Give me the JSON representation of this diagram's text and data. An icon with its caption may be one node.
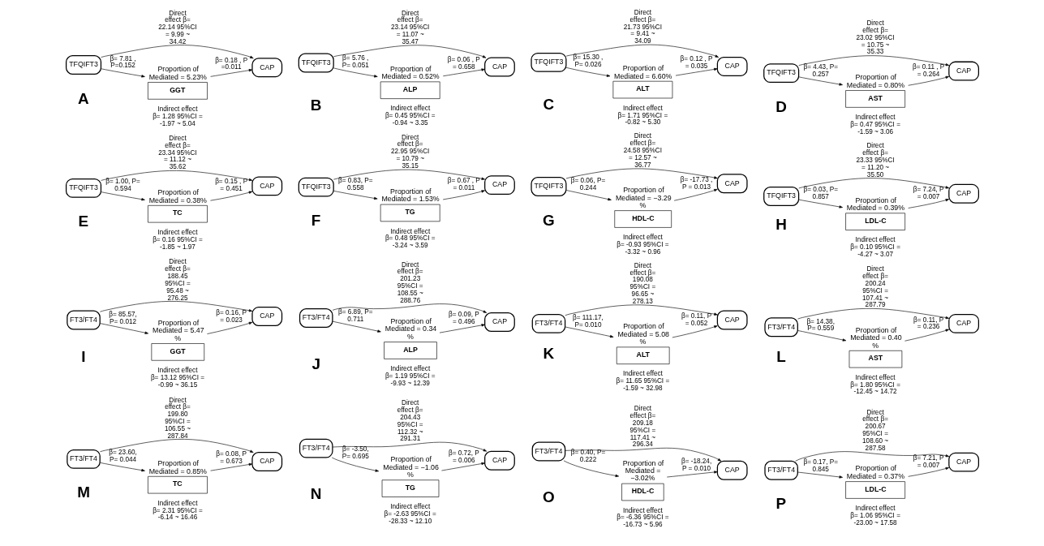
{
  "diagram": {
    "nodes": [
      {
        "text": [
          "TFQIFT3"
        ]
      },
      {
        "text": [
          "Proportion of Mediated = 5.23%",
          "GGT"
        ]
      },
      {
        "text": [
          "CAP"
        ]
      },
      {
        "text": [
          "TFQIFT3"
        ]
      },
      {
        "text": [
          "Proportion of Mediated = 0.52%",
          "ALP"
        ]
      },
      {
        "text": [
          "CAP"
        ]
      },
      {
        "text": [
          "TFQIFT3"
        ]
      },
      {
        "text": [
          "Proportion of Mediated = 6.60%",
          "ALT"
        ]
      },
      {
        "text": [
          "CAP"
        ]
      },
      {
        "text": [
          "TFQIFT3"
        ]
      },
      {
        "text": [
          "Proportion of Mediated = 0.80%",
          "AST"
        ]
      },
      {
        "text": [
          "CAP"
        ]
      },
      {
        "text": [
          "TFQIFT3"
        ]
      },
      {
        "text": [
          "Proportion of Mediated = 0.38%",
          "TC"
        ]
      },
      {
        "text": [
          "CAP"
        ]
      },
      {
        "text": [
          "TFQIFT3"
        ]
      },
      {
        "text": [
          "Proportion of Mediated = 1.53%",
          "TG"
        ]
      },
      {
        "text": [
          "CAP"
        ]
      },
      {
        "text": [
          "TFQIFT3"
        ]
      },
      {
        "text": [
          "Proportion of Mediated = −3.29 %",
          "HDL-C"
        ]
      },
      {
        "text": [
          "CAP"
        ]
      },
      {
        "text": [
          "TFQIFT3"
        ]
      },
      {
        "text": [
          "Proportion of Mediated = 0.39%",
          "LDL-C"
        ]
      },
      {
        "text": [
          "CAP"
        ]
      },
      {
        "text": [
          "FT3/FT4"
        ]
      },
      {
        "text": [
          "Proportion of Mediated = 5.47 %",
          "GGT"
        ]
      },
      {
        "text": [
          "CAP"
        ]
      },
      {
        "text": [
          "FT3/FT4"
        ]
      },
      {
        "text": [
          "Proportion of Mediated = 0.34 %",
          "ALP"
        ]
      },
      {
        "text": [
          "CAP"
        ]
      },
      {
        "text": [
          "FT3/FT4"
        ]
      },
      {
        "text": [
          "Proportion of Mediated = 5.08 %",
          "ALT"
        ]
      },
      {
        "text": [
          "CAP"
        ]
      },
      {
        "text": [
          "FT3/FT4"
        ]
      },
      {
        "text": [
          "Proportion of Mediated = 0.40 %",
          "AST"
        ]
      },
      {
        "text": [
          "CAP"
        ]
      },
      {
        "text": [
          "FT3/FT4"
        ]
      },
      {
        "text": [
          "Proportion of Mediated = 0.85%",
          "TC"
        ]
      },
      {
        "text": [
          "CAP"
        ]
      },
      {
        "text": [
          "FT3/FT4"
        ]
      },
      {
        "text": [
          "Proportion of Mediated = −1.06 %",
          "TG"
        ]
      },
      {
        "text": [
          "CAP"
        ]
      },
      {
        "text": [
          "FT3/FT4"
        ]
      },
      {
        "text": [
          "Proportion of Mediated = −3.02%",
          "HDL-C"
        ]
      },
      {
        "text": [
          "CAP"
        ]
      },
      {
        "text": [
          "FT3/FT4"
        ]
      },
      {
        "text": [
          "Proportion of Mediated = 0.37%",
          "LDL-C"
        ]
      },
      {
        "text": [
          "CAP"
        ]
      }
    ],
    "edges": [
      {
        "from": 0,
        "to": 1,
        "arrow": "to",
        "label": "β= 7.81 , P=0.152"
      },
      {
        "from": 1,
        "to": 2,
        "arrow": "to",
        "label": "β= 0.18 , P =0.011"
      },
      {
        "from": 0,
        "to": 2,
        "arrow": "to",
        "label": "Direct effect β= 22.14 95%CI = 9.99 ~ 34.42"
      },
      {
        "from": 3,
        "to": 4,
        "arrow": "to",
        "label": "β= 5.76 , P= 0.051"
      },
      {
        "from": 4,
        "to": 5,
        "arrow": "to",
        "label": "β= 0.06 , P = 0.658"
      },
      {
        "from": 3,
        "to": 5,
        "arrow": "to",
        "label": "Direct effect β= 23.14 95%CI = 11.07 ~ 35.47"
      },
      {
        "from": 6,
        "to": 7,
        "arrow": "to",
        "label": "β= 15.30 , P= 0.026"
      },
      {
        "from": 7,
        "to": 8,
        "arrow": "to",
        "label": "β= 0.12 , P = 0.035"
      },
      {
        "from": 6,
        "to": 8,
        "arrow": "to",
        "label": "Direct effect β= 21.73 95%CI = 9.41 ~ 34.09"
      },
      {
        "from": 9,
        "to": 10,
        "arrow": "to",
        "label": "β= 4.43, P= 0.257"
      },
      {
        "from": 10,
        "to": 11,
        "arrow": "to",
        "label": "β= 0.11 , P = 0.264"
      },
      {
        "from": 9,
        "to": 11,
        "arrow": "to",
        "label": "Direct effect β= 23.02 95%CI = 10.75 ~ 35.33"
      },
      {
        "from": 12,
        "to": 13,
        "arrow": "to",
        "label": "β= 1.00, P= 0.594"
      },
      {
        "from": 13,
        "to": 14,
        "arrow": "to",
        "label": "β= 0.15 , P = 0.451"
      },
      {
        "from": 12,
        "to": 14,
        "arrow": "to",
        "label": "Direct effect β= 23.34 95%CI = 11.12 ~ 35.62"
      },
      {
        "from": 15,
        "to": 16,
        "arrow": "to",
        "label": "β= 0.83, P= 0.558"
      },
      {
        "from": 16,
        "to": 17,
        "arrow": "to",
        "label": "β= 0.67 , P = 0.011"
      },
      {
        "from": 15,
        "to": 17,
        "arrow": "to",
        "label": "Direct effect β= 22.95 95%CI = 10.79 ~ 35.15"
      },
      {
        "from": 18,
        "to": 19,
        "arrow": "to",
        "label": "β= 0.06, P= 0.244"
      },
      {
        "from": 19,
        "to": 20,
        "arrow": "to",
        "label": "β= -17.73 , P = 0.013"
      },
      {
        "from": 18,
        "to": 20,
        "arrow": "to",
        "label": "Direct effect β= 24.58 95%CI = 12.57 ~ 36.77"
      },
      {
        "from": 21,
        "to": 22,
        "arrow": "to",
        "label": "β= 0.03, P= 0.857"
      },
      {
        "from": 22,
        "to": 23,
        "arrow": "to",
        "label": "β= 7.24, P = 0.007"
      },
      {
        "from": 21,
        "to": 23,
        "arrow": "to",
        "label": "Direct effect β= 23.33 95%CI = 11.20 ~ 35.50"
      },
      {
        "from": 24,
        "to": 25,
        "arrow": "to",
        "label": "β= 85.57, P= 0.012"
      },
      {
        "from": 25,
        "to": 26,
        "arrow": "to",
        "label": "β= 0.16, P = 0.023"
      },
      {
        "from": 24,
        "to": 26,
        "arrow": "to",
        "label": "Direct effect β= 188.45 95%CI = 95.48 ~ 276.25"
      },
      {
        "from": 27,
        "to": 28,
        "arrow": "to",
        "label": "β= 6.89, P= 0.711"
      },
      {
        "from": 28,
        "to": 29,
        "arrow": "to",
        "label": "β= 0.09, P = 0.496"
      },
      {
        "from": 27,
        "to": 29,
        "arrow": "to",
        "label": "Direct effect β= 201.23 95%CI = 108.55 ~ 288.76"
      },
      {
        "from": 30,
        "to": 31,
        "arrow": "to",
        "label": "β= 111.17, P= 0.010"
      },
      {
        "from": 31,
        "to": 32,
        "arrow": "to",
        "label": "β= 0.11, P = 0.052"
      },
      {
        "from": 30,
        "to": 32,
        "arrow": "to",
        "label": "Direct effect β= 190.08 95%CI = 96.65 ~ 278.13"
      },
      {
        "from": 33,
        "to": 34,
        "arrow": "to",
        "label": "β= 14.38, P= 0.559"
      },
      {
        "from": 34,
        "to": 35,
        "arrow": "to",
        "label": "β= 0.11, P = 0.236"
      },
      {
        "from": 33,
        "to": 35,
        "arrow": "to",
        "label": "Direct effect β= 200.24 95%CI = 107.41 ~ 287.79"
      },
      {
        "from": 36,
        "to": 37,
        "arrow": "to",
        "label": "β= 23.60, P= 0.044"
      },
      {
        "from": 37,
        "to": 38,
        "arrow": "to",
        "label": "β= 0.08, P = 0.673"
      },
      {
        "from": 36,
        "to": 38,
        "arrow": "to",
        "label": "Direct effect β= 199.80 95%CI = 106.55 ~ 287.84"
      },
      {
        "from": 39,
        "to": 40,
        "arrow": "to",
        "label": "β= -3.50, P= 0.695"
      },
      {
        "from": 40,
        "to": 41,
        "arrow": "to",
        "label": "β= 0.72, P = 0.006"
      },
      {
        "from": 39,
        "to": 41,
        "arrow": "to",
        "label": "Direct effect β= 204.43 95%CI = 112.32 ~ 291.31"
      },
      {
        "from": 42,
        "to": 43,
        "arrow": "to",
        "label": "β= 0.40, P= 0.222"
      },
      {
        "from": 43,
        "to": 44,
        "arrow": "to",
        "label": "β= -18.24, P = 0.010"
      },
      {
        "from": 42,
        "to": 44,
        "arrow": "to",
        "label": "Direct effect β= 209.18 95%CI = 117.41 ~ 296.34"
      },
      {
        "from": 45,
        "to": 46,
        "arrow": "to",
        "label": "β= 0.17, P= 0.845"
      },
      {
        "from": 46,
        "to": 47,
        "arrow": "to",
        "label": "β= 7.21, P = 0.007"
      },
      {
        "from": 45,
        "to": 47,
        "arrow": "to",
        "label": "Direct effect β= 200.67 95%CI = 108.60 ~ 287.58"
      }
    ],
    "labels": [
      "A",
      "Indirect effect β= 1.28 95%CI = -1.97 ~ 5.04",
      "B",
      "Indirect effect β= 0.45 95%CI = -0.94 ~ 3.35",
      "C",
      "Indirect effect β= 1.71 95%CI = -0.82 ~ 5.30",
      "D",
      "Indirect effect β= 0.47 95%CI = -1.59 ~ 3.06",
      "E",
      "Indirect effect β= 0.16 95%CI = -1.85 ~ 1.97",
      "F",
      "Indirect effect β= 0.48 95%CI = -3.24 ~ 3.59",
      "G",
      "Indirect effect β= -0.93 95%CI = -3.32 ~ 0.96",
      "H",
      "Indirect effect β= 0.10 95%CI = -4.27 ~ 3.07",
      "I",
      "Indirect effect β= 13.12 95%CI = -0.99 ~ 36.15",
      "J",
      "Indirect effect β= 1.19 95%CI = -9.93 ~ 12.39",
      "K",
      "Indirect effect β= 11.65 95%CI = -1.59 ~ 32.98",
      "L",
      "Indirect effect β= 1.80 95%CI = -12.45 ~ 14.72",
      "M",
      "Indirect effect β= 2.31 95%CI = -6.14 ~ 16.46",
      "N",
      "Indirect effect β= -2.63 95%CI = -28.33 ~ 12.10",
      "O",
      "Indirect effect β= -6.36 95%CI = -16.73 ~ 5.96",
      "P",
      "Indirect effect β= 1.06 95%CI = -23.00 ~ 17.58"
    ]
  }
}
